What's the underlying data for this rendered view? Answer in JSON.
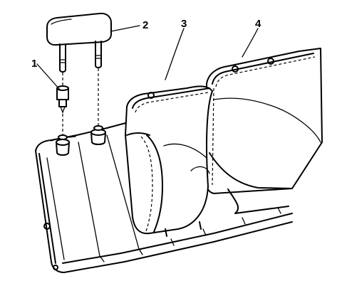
{
  "callouts": [
    {
      "label": "1",
      "part": "headrest-guide"
    },
    {
      "label": "2",
      "part": "headrest"
    },
    {
      "label": "3",
      "part": "seatback-cushion-side"
    },
    {
      "label": "4",
      "part": "seatback-cushion-center"
    }
  ]
}
